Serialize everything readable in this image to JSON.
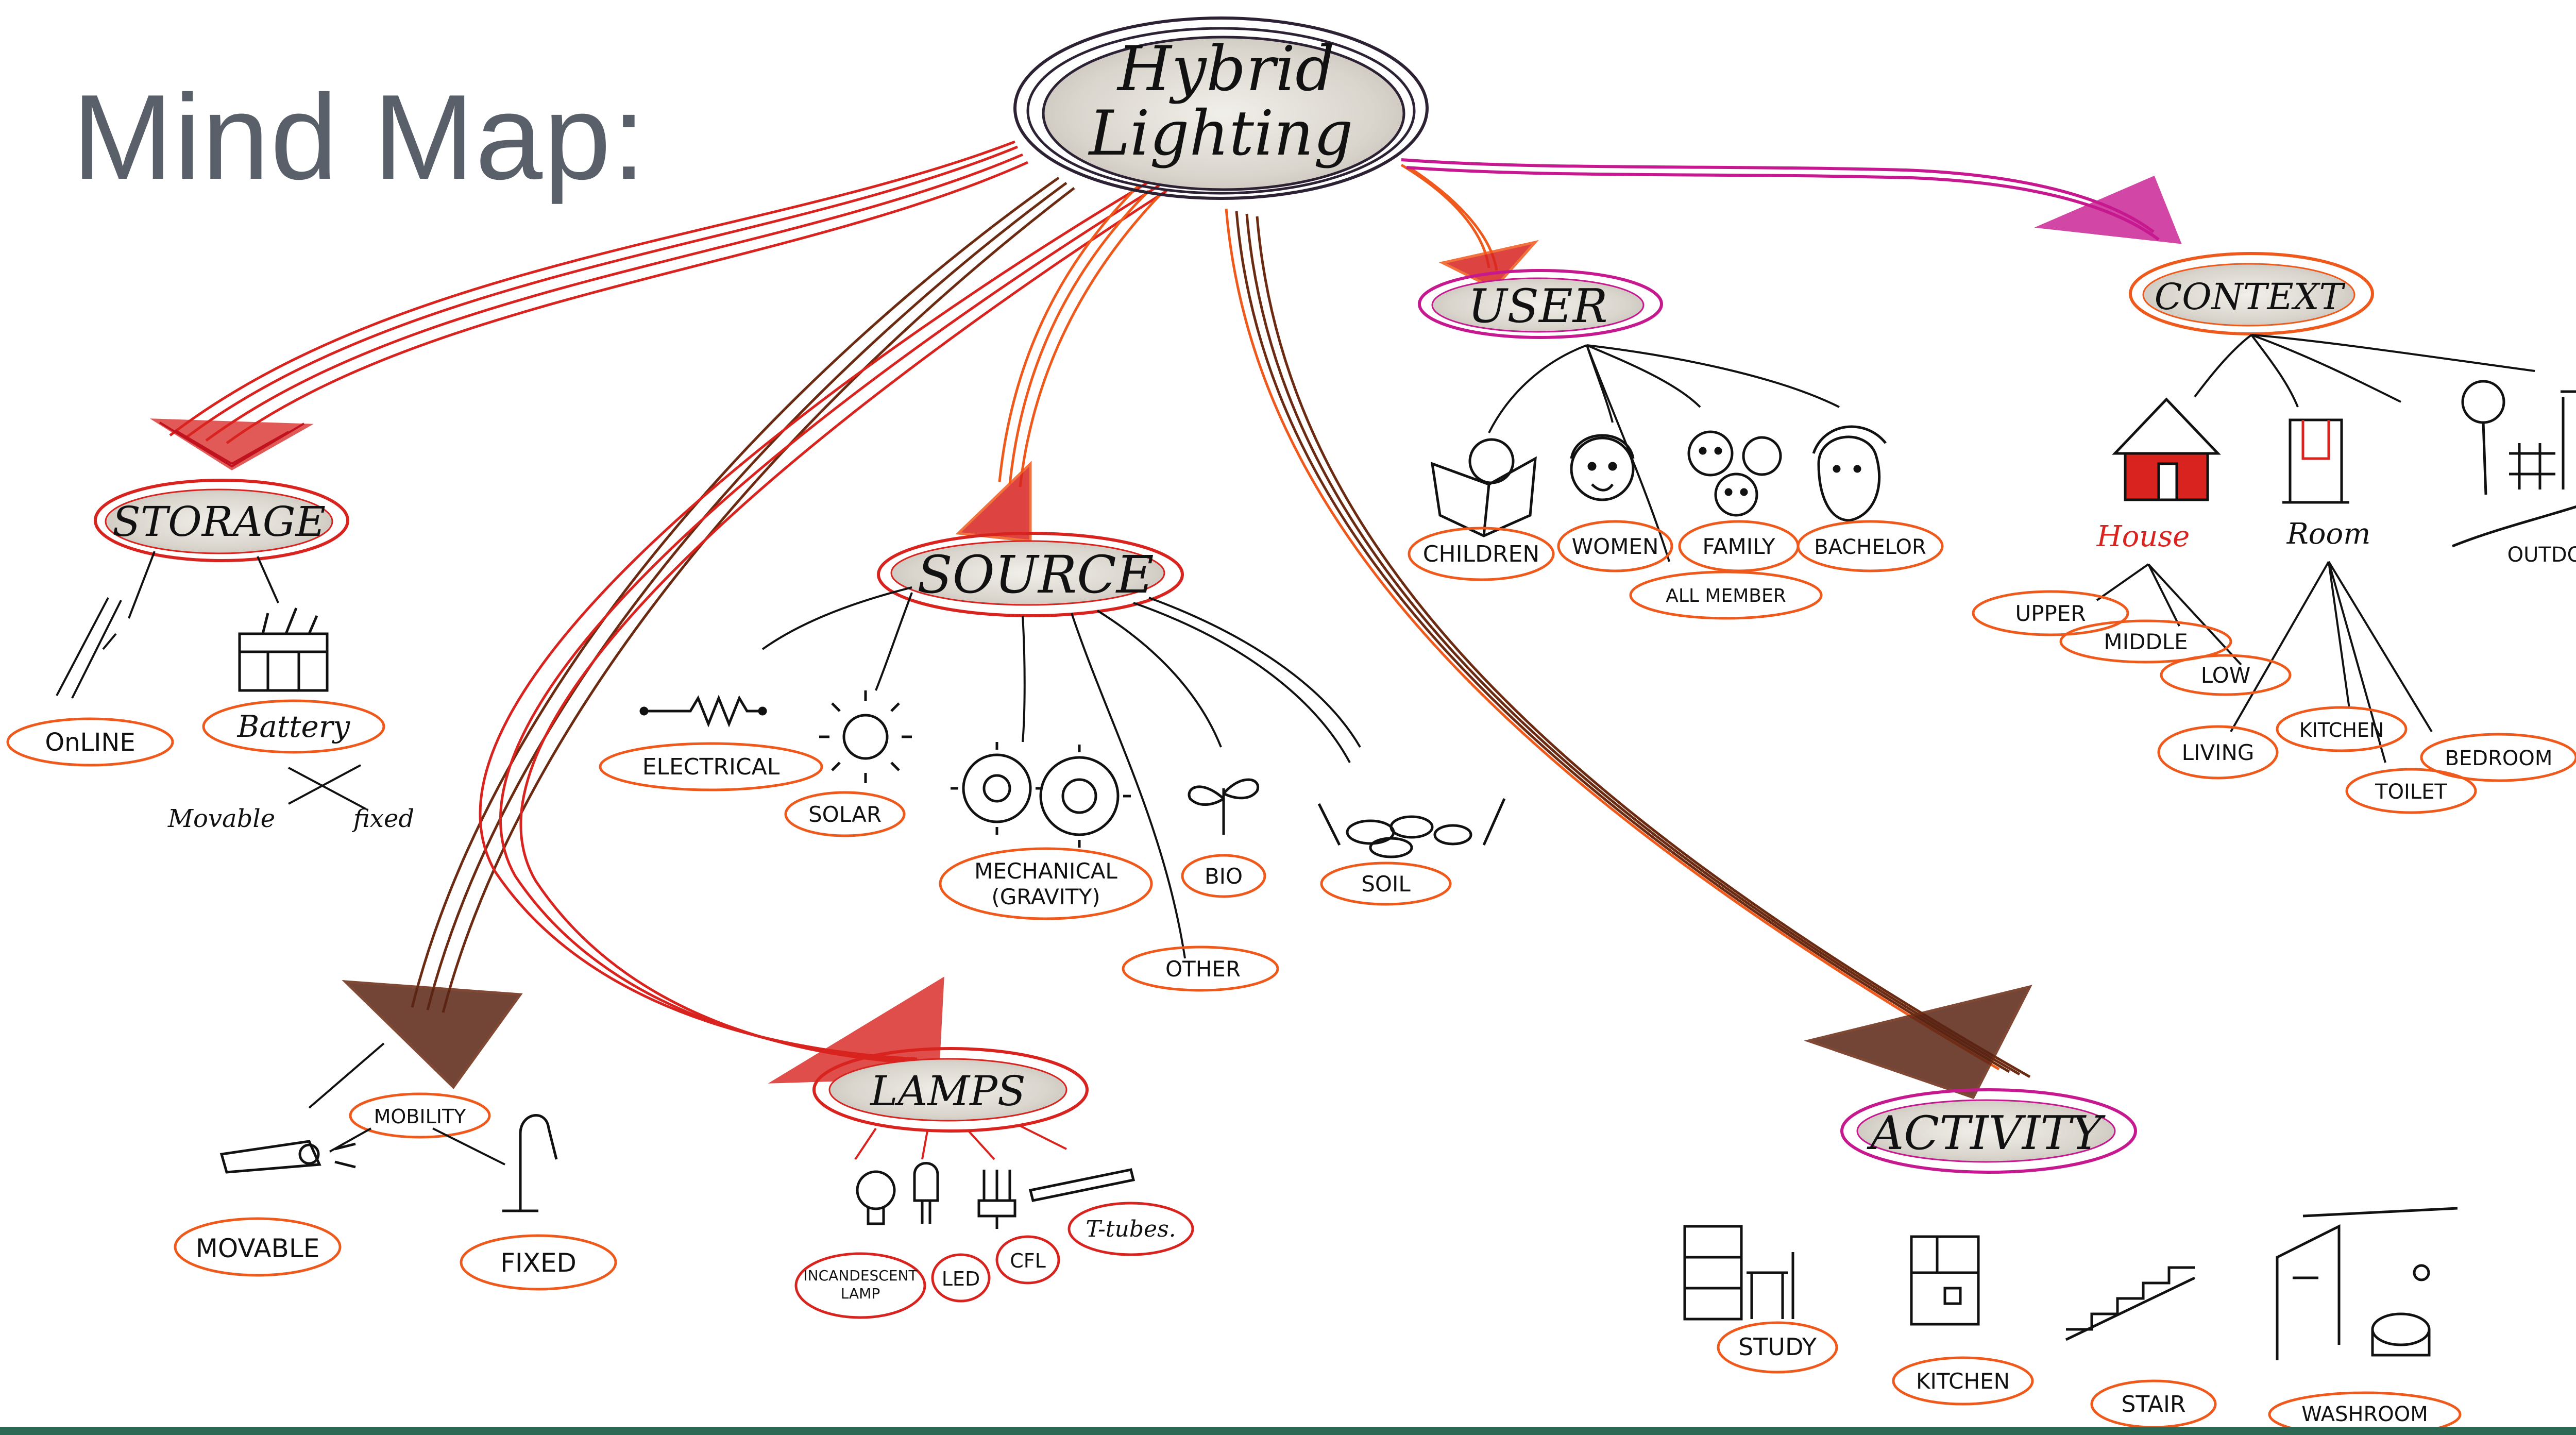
{
  "page": {
    "title": "Mind Map:"
  },
  "root": {
    "line1": "Hybrid",
    "line2": "Lighting"
  },
  "storage": {
    "label": "STORAGE",
    "online": "OnLINE",
    "battery": "Battery",
    "movable": "Movable",
    "fixed": "fixed"
  },
  "mobility": {
    "label": "MOBILITY",
    "movable": "MOVABLE",
    "fixed": "FIXED"
  },
  "lamps": {
    "label": "LAMPS",
    "incandescent_1": "INCANDESCENT",
    "incandescent_2": "LAMP",
    "led": "LED",
    "cfl": "CFL",
    "tubes": "T-tubes."
  },
  "source": {
    "label": "SOURCE",
    "electrical": "ELECTRICAL",
    "solar": "SOLAR",
    "mechanical_1": "MECHANICAL",
    "mechanical_2": "(GRAVITY)",
    "bio": "BIO",
    "soil": "SOIL",
    "other": "OTHER"
  },
  "user": {
    "label": "USER",
    "children": "CHILDREN",
    "women": "WOMEN",
    "family": "FAMILY",
    "bachelor": "BACHELOR",
    "all_member": "ALL MEMBER"
  },
  "context": {
    "label": "CONTEXT",
    "house": "House",
    "room": "Room",
    "outdoor": "OUTDOOR",
    "upper": "UPPER",
    "middle": "MIDDLE",
    "low": "LOW",
    "living": "LIVING",
    "kitchen": "KITCHEN",
    "toilet": "TOILET",
    "bedroom": "BEDROOM"
  },
  "activity": {
    "label": "ACTIVITY",
    "study": "STUDY",
    "kitchen": "KITCHEN",
    "stair": "STAIR",
    "washroom": "WASHROOM"
  },
  "colors": {
    "red": "#d8231f",
    "orange": "#ef5a1c",
    "brown": "#5a2514",
    "magenta": "#c7198f",
    "ink": "#111111",
    "title": "#59606a"
  }
}
